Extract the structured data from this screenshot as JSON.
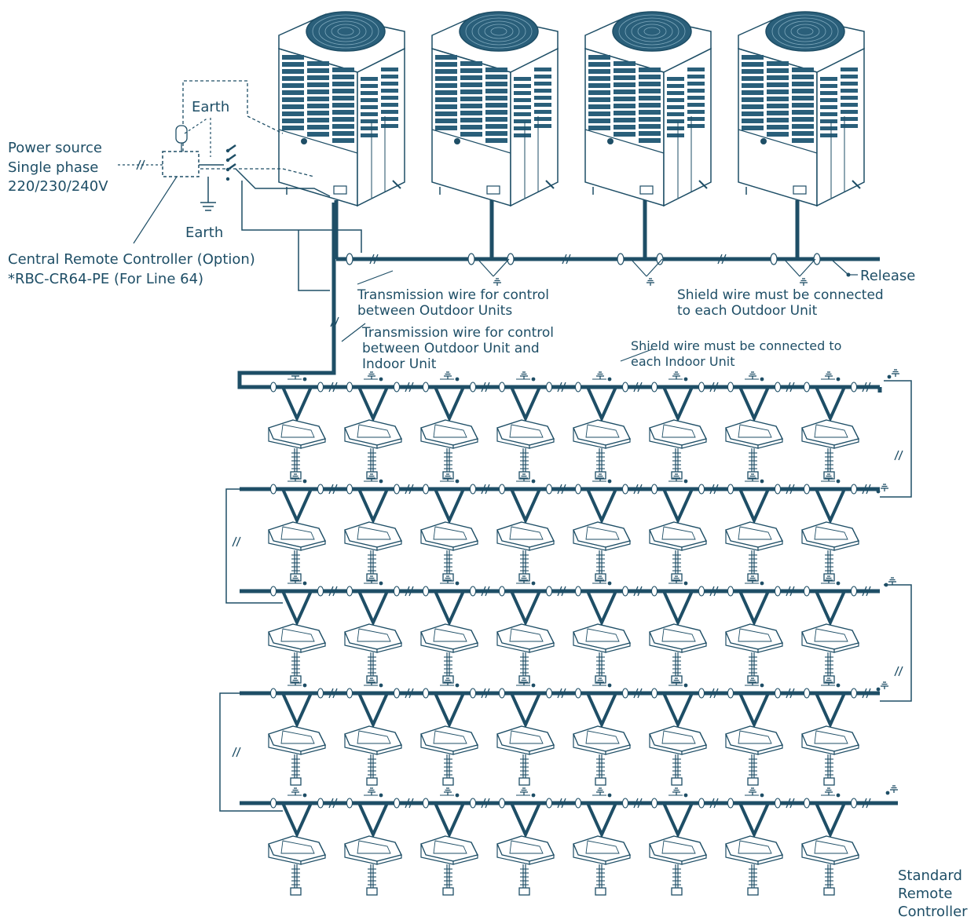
{
  "labels": {
    "earth_top": "Earth",
    "earth_bottom": "Earth",
    "power_source": [
      "Power source",
      "Single phase",
      "220/230/240V"
    ],
    "central_remote": [
      "Central Remote Controller (Option)",
      "*RBC-CR64-PE (For Line 64)"
    ],
    "transmission_outdoor": [
      "Transmission wire for control",
      "between Outdoor Units"
    ],
    "transmission_indoor": [
      "Transmission wire for control",
      "between Outdoor Unit and",
      "Indoor Unit"
    ],
    "shield_outdoor": [
      "Shield wire must be connected",
      "to each Outdoor Unit"
    ],
    "shield_indoor": [
      "Shield wire must be connected to",
      "each Indoor Unit"
    ],
    "release": "Release",
    "standard_remote": [
      "Standard",
      "Remote",
      "Controller"
    ]
  },
  "colors": {
    "line": "#1e4e66",
    "wire": "#1e4e66",
    "background": "#ffffff"
  },
  "outdoor_unit_count": 4,
  "indoor_rows": 5,
  "indoor_units_per_row": 8
}
